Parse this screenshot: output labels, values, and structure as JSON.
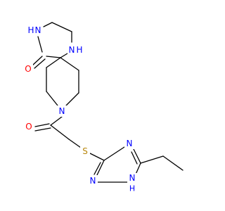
{
  "colors": {
    "bond": "#000000",
    "N": "#0000ff",
    "O": "#ff0000",
    "S": "#b8860b",
    "H": "#0000ff"
  },
  "atoms": [
    {
      "id": "N_lactam",
      "symbol": "N",
      "hydrogen": "H",
      "element": "N"
    },
    {
      "id": "N_amine",
      "symbol": "N",
      "hydrogen": "H",
      "element": "N"
    },
    {
      "id": "O_ring",
      "symbol": "O",
      "element": "O"
    },
    {
      "id": "N_pip",
      "symbol": "N",
      "element": "N"
    },
    {
      "id": "O_acyl",
      "symbol": "O",
      "element": "O"
    },
    {
      "id": "S_link",
      "symbol": "S",
      "element": "S"
    },
    {
      "id": "N_tz_top",
      "symbol": "N",
      "element": "N"
    },
    {
      "id": "N_tz_left",
      "symbol": "N",
      "element": "N"
    },
    {
      "id": "N_tz_nh",
      "symbol": "N",
      "hydrogen": "H",
      "element": "N"
    }
  ]
}
